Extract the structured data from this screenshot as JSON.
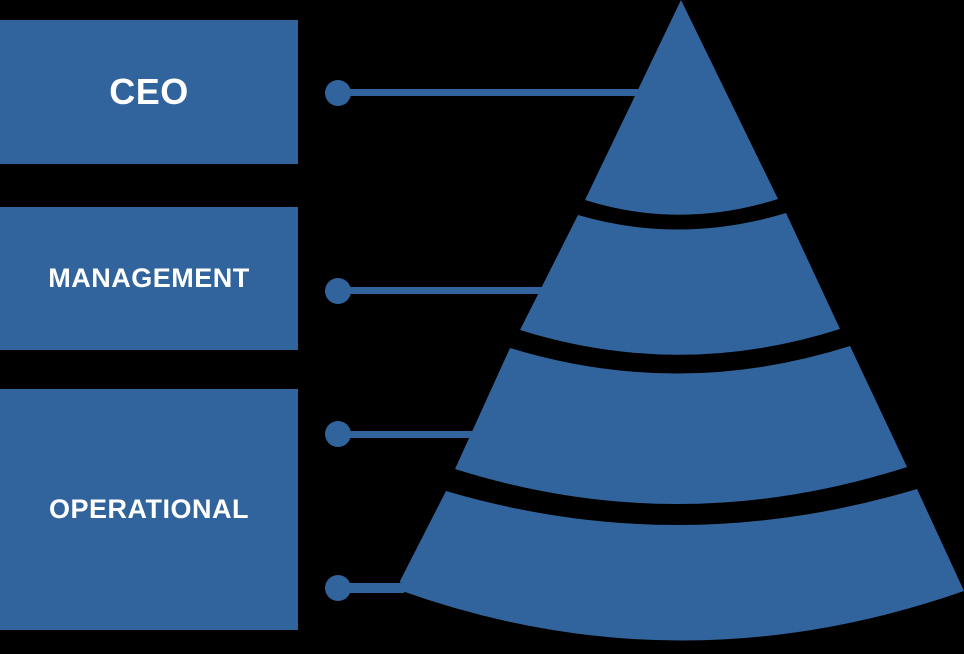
{
  "diagram": {
    "type": "hierarchy-pyramid",
    "colors": {
      "primary": "#31649c",
      "background": "#000000",
      "text": "#ffffff"
    },
    "levels": [
      {
        "label": "CEO",
        "pyramid_tier": 1
      },
      {
        "label": "MANAGEMENT",
        "pyramid_tier": 2
      },
      {
        "label": "OPERATIONAL",
        "pyramid_tier": "3-4"
      }
    ],
    "connectors": [
      {
        "from": "CEO",
        "to": "pyramid-tier-1"
      },
      {
        "from": "MANAGEMENT",
        "to": "pyramid-tier-2"
      },
      {
        "from": "OPERATIONAL",
        "to": "pyramid-tier-3"
      },
      {
        "from": "OPERATIONAL",
        "to": "pyramid-tier-4"
      }
    ],
    "pyramid_tiers": 4
  }
}
